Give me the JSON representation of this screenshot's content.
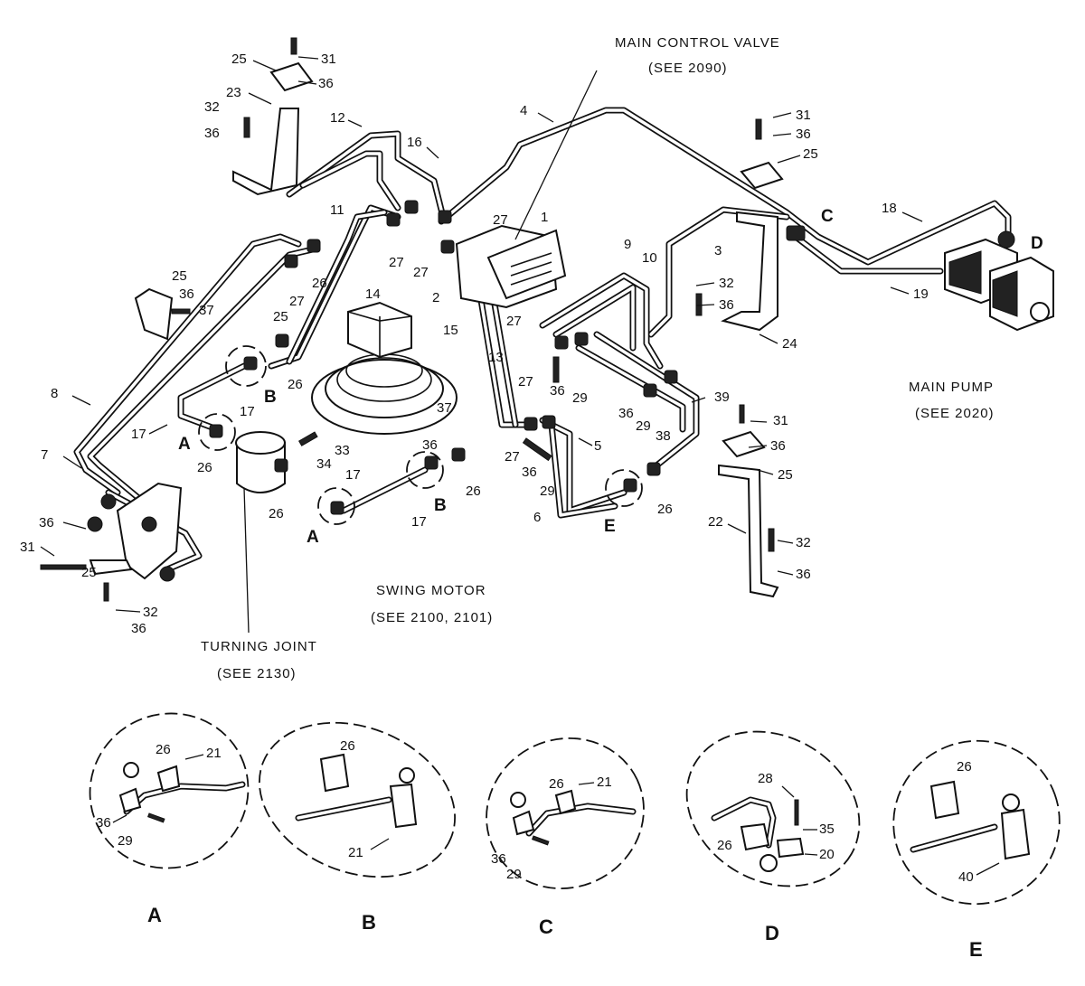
{
  "labels": {
    "main_control_valve": "MAIN CONTROL VALVE",
    "main_control_valve_ref": "(SEE 2090)",
    "main_pump": "MAIN PUMP",
    "main_pump_ref": "(SEE 2020)",
    "swing_motor": "SWING MOTOR",
    "swing_motor_ref": "(SEE 2100, 2101)",
    "turning_joint": "TURNING JOINT",
    "turning_joint_ref": "(SEE 2130)"
  },
  "connection_letters": {
    "A": "A",
    "B": "B",
    "C": "C",
    "D": "D",
    "E": "E"
  },
  "callouts": [
    "31",
    "25",
    "36",
    "23",
    "32",
    "36",
    "12",
    "11",
    "16",
    "27",
    "1",
    "4",
    "31",
    "36",
    "25",
    "18",
    "C",
    "D",
    "9",
    "10",
    "3",
    "19",
    "32",
    "36",
    "24",
    "25",
    "36",
    "37",
    "27",
    "26",
    "27",
    "27",
    "14",
    "2",
    "25",
    "26",
    "15",
    "13",
    "27",
    "36",
    "29",
    "27",
    "8",
    "17",
    "B",
    "17",
    "37",
    "36",
    "33",
    "34",
    "27",
    "36",
    "29",
    "5",
    "6",
    "E",
    "36",
    "29",
    "38",
    "39",
    "26",
    "31",
    "36",
    "25",
    "22",
    "32",
    "36",
    "7",
    "A",
    "26",
    "36",
    "31",
    "25",
    "32",
    "36",
    "26",
    "17",
    "17",
    "B",
    "26",
    "A",
    "21"
  ],
  "details": [
    {
      "letter": "A",
      "callouts": [
        "26",
        "21",
        "36",
        "29"
      ]
    },
    {
      "letter": "B",
      "callouts": [
        "26",
        "21"
      ]
    },
    {
      "letter": "C",
      "callouts": [
        "26",
        "21",
        "36",
        "29"
      ]
    },
    {
      "letter": "D",
      "callouts": [
        "28",
        "35",
        "26",
        "20"
      ]
    },
    {
      "letter": "E",
      "callouts": [
        "26",
        "40"
      ]
    }
  ]
}
